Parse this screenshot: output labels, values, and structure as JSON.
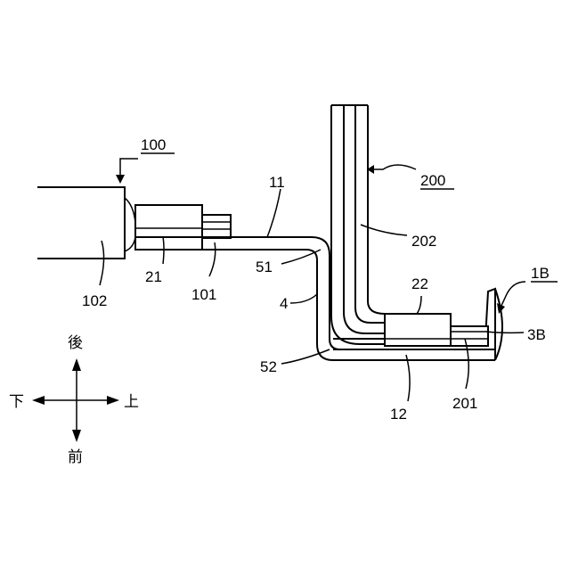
{
  "labels": {
    "ref_100": "100",
    "ref_200": "200",
    "ref_1b": "1B",
    "ref_11": "11",
    "ref_202": "202",
    "ref_21": "21",
    "ref_101": "101",
    "ref_102": "102",
    "ref_51": "51",
    "ref_4": "4",
    "ref_22": "22",
    "ref_3b": "3B",
    "ref_52": "52",
    "ref_12": "12",
    "ref_201": "201"
  },
  "directions": {
    "back": "後",
    "front": "前",
    "down": "下",
    "up": "上"
  }
}
